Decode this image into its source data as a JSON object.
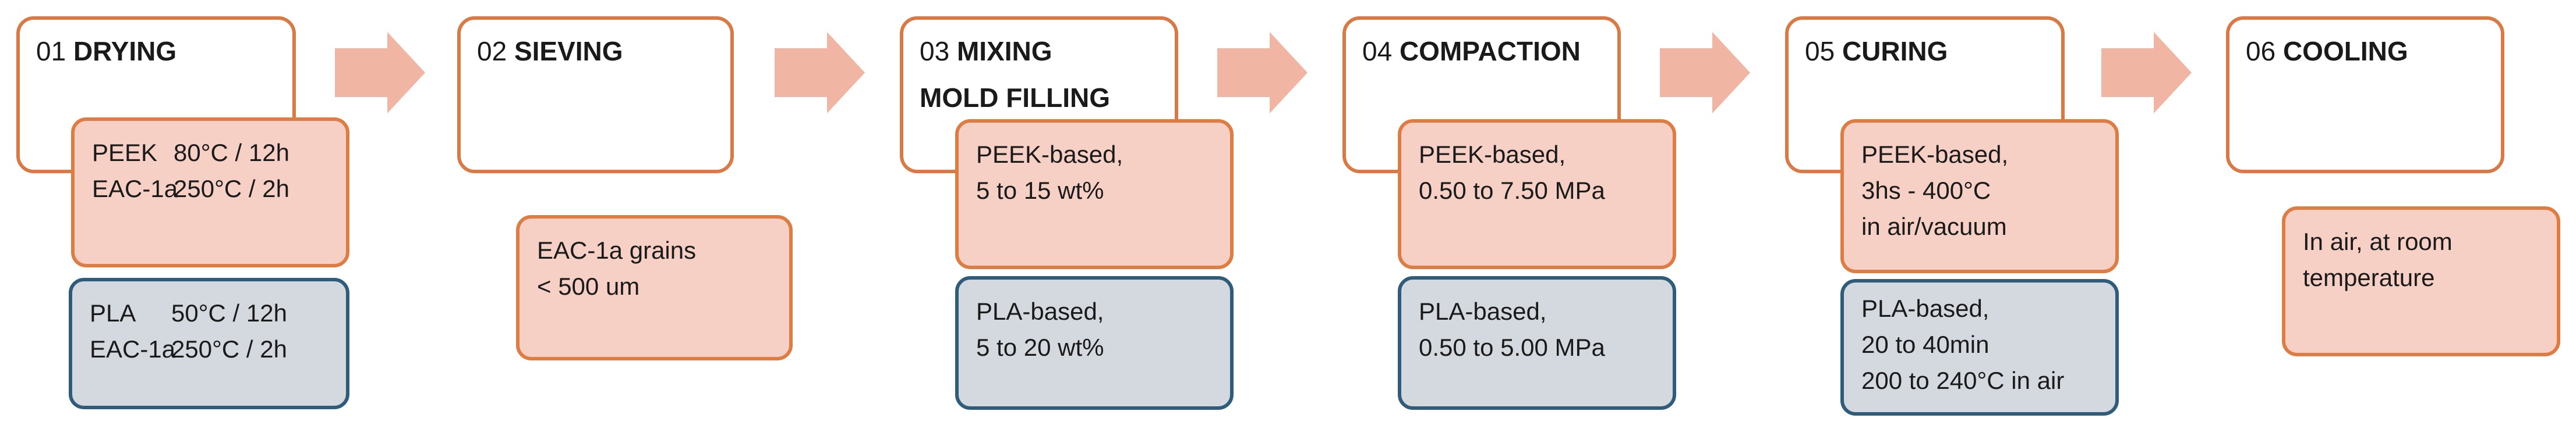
{
  "colors": {
    "step_border": "#d97a45",
    "peek_fill": "#f6d0c4",
    "peek_border": "#dd7c43",
    "pla_fill": "#d3d9df",
    "pla_border": "#2e5c7a",
    "arrow_fill": "#f1b5a3"
  },
  "steps": [
    {
      "number": "01",
      "name": "DRYING",
      "notes": {
        "peek": {
          "rows": [
            [
              "PEEK",
              "80°C / 12h"
            ],
            [
              "EAC-1a",
              "250°C / 2h"
            ]
          ]
        },
        "pla": {
          "rows": [
            [
              "PLA",
              "50°C / 12h"
            ],
            [
              "EAC-1a",
              "250°C / 2h"
            ]
          ]
        }
      }
    },
    {
      "number": "02",
      "name": "SIEVING",
      "notes": {
        "peek": {
          "lines": [
            "EAC-1a grains",
            "< 500 um"
          ]
        }
      }
    },
    {
      "number": "03",
      "name": "MIXING",
      "name_line2": "MOLD FILLING",
      "notes": {
        "peek": {
          "lines": [
            "PEEK-based,",
            "5 to 15 wt%"
          ]
        },
        "pla": {
          "lines": [
            "PLA-based,",
            "5 to 20 wt%"
          ]
        }
      }
    },
    {
      "number": "04",
      "name": "COMPACTION",
      "notes": {
        "peek": {
          "lines": [
            "PEEK-based,",
            "0.50 to 7.50 MPa"
          ]
        },
        "pla": {
          "lines": [
            "PLA-based,",
            "0.50 to 5.00 MPa"
          ]
        }
      }
    },
    {
      "number": "05",
      "name": "CURING",
      "notes": {
        "peek": {
          "lines": [
            "PEEK-based,",
            "3hs - 400°C",
            "in air/vacuum"
          ]
        },
        "pla": {
          "lines": [
            "PLA-based,",
            "20 to 40min",
            "200 to 240°C in air"
          ]
        }
      }
    },
    {
      "number": "06",
      "name": "COOLING",
      "notes": {
        "peek": {
          "lines": [
            "In air, at room",
            "temperature"
          ]
        }
      }
    }
  ],
  "arrows": [
    "arrow-right-icon",
    "arrow-right-icon",
    "arrow-right-icon",
    "arrow-right-icon",
    "arrow-right-icon"
  ]
}
